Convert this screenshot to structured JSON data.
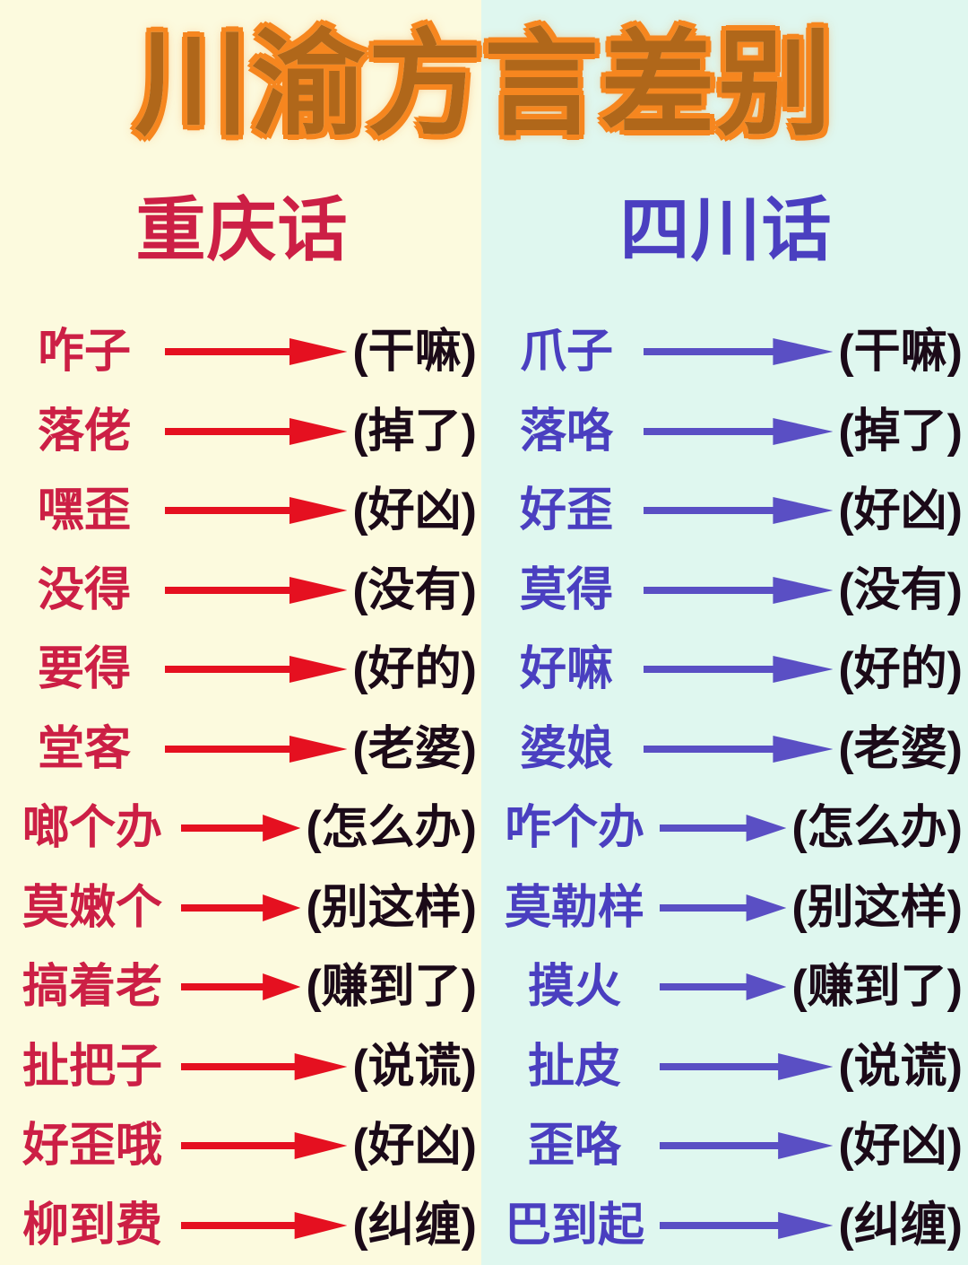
{
  "title": "川渝方言差别",
  "colors": {
    "background_left": "#fcfade",
    "background_right": "#dff7ef",
    "title_fill": "#b0671a",
    "title_inner_stroke": "#fff3bf",
    "title_outer_glow": "#f6861f",
    "left_accent": "#cc1f45",
    "right_accent": "#4a3fc0",
    "left_arrow": "#e51020",
    "right_arrow": "#5a4fc4",
    "meaning_text": "#1b0a18"
  },
  "columns": [
    {
      "header": "重庆话",
      "accent": "#cc1f45"
    },
    {
      "header": "四川话",
      "accent": "#4a3fc0"
    }
  ],
  "rows": [
    {
      "left_term": "咋子",
      "left_meaning": "(干嘛)",
      "right_term": "爪子",
      "right_meaning": "(干嘛)"
    },
    {
      "left_term": "落佬",
      "left_meaning": "(掉了)",
      "right_term": "落咯",
      "right_meaning": "(掉了)"
    },
    {
      "left_term": "嘿歪",
      "left_meaning": "(好凶)",
      "right_term": "好歪",
      "right_meaning": "(好凶)"
    },
    {
      "left_term": "没得",
      "left_meaning": "(没有)",
      "right_term": "莫得",
      "right_meaning": "(没有)"
    },
    {
      "left_term": "要得",
      "left_meaning": "(好的)",
      "right_term": "好嘛",
      "right_meaning": "(好的)"
    },
    {
      "left_term": "堂客",
      "left_meaning": "(老婆)",
      "right_term": "婆娘",
      "right_meaning": "(老婆)"
    },
    {
      "left_term": "啷个办",
      "left_meaning": "(怎么办)",
      "right_term": "咋个办",
      "right_meaning": "(怎么办)"
    },
    {
      "left_term": "莫嫩个",
      "left_meaning": "(别这样)",
      "right_term": "莫勒样",
      "right_meaning": "(别这样)"
    },
    {
      "left_term": "搞着老",
      "left_meaning": "(赚到了)",
      "right_term": "摸火",
      "right_meaning": "(赚到了)"
    },
    {
      "left_term": "扯把子",
      "left_meaning": "(说谎)",
      "right_term": "扯皮",
      "right_meaning": "(说谎)"
    },
    {
      "left_term": "好歪哦",
      "left_meaning": "(好凶)",
      "right_term": "歪咯",
      "right_meaning": "(好凶)"
    },
    {
      "left_term": "柳到费",
      "left_meaning": "(纠缠)",
      "right_term": "巴到起",
      "right_meaning": "(纠缠)"
    }
  ]
}
